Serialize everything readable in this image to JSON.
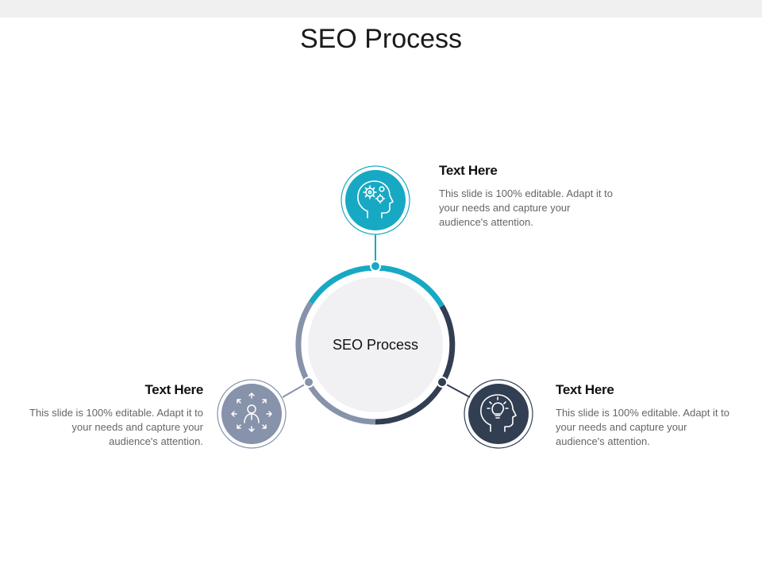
{
  "title": "SEO Process",
  "center_label": "SEO Process",
  "colors": {
    "teal": "#17a9c4",
    "dark": "#323e52",
    "gray": "#8792ab",
    "hub_fill": "#f1f1f3"
  },
  "items": [
    {
      "heading": "Text Here",
      "body": "This slide is 100% editable. Adapt it to your needs and capture your audience's attention.",
      "icon": "head-gears-icon"
    },
    {
      "heading": "Text Here",
      "body": "This slide is 100% editable. Adapt it to your needs and capture your audience's attention.",
      "icon": "head-lightbulb-icon"
    },
    {
      "heading": "Text Here",
      "body": "This slide is 100% editable. Adapt it to your needs and capture your audience's attention.",
      "icon": "person-arrows-icon"
    }
  ]
}
